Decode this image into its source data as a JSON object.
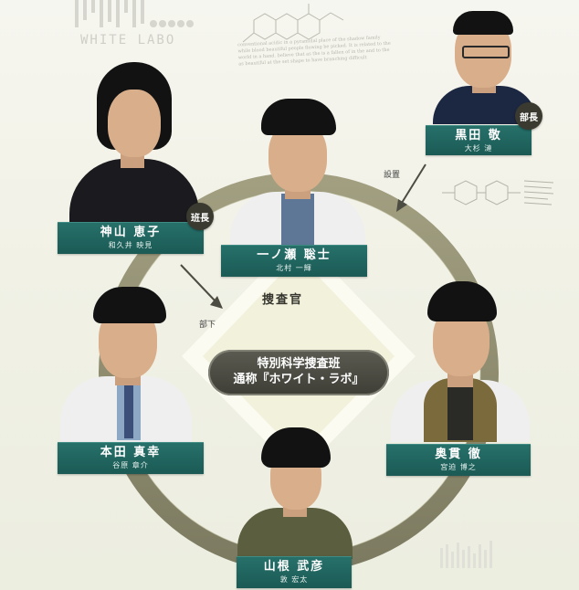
{
  "brand": {
    "logo_text": "WHITE  LABO"
  },
  "paper_text": "conventional acidic in a pyramidal place of the shadow family while blood beautiful people flowing be picked. It is related to the world in a hand. believe that as the is a fallen of in the and to the as beautiful at the set shape to have branching difficult",
  "center": {
    "line1": "特別科学捜査班",
    "line2": "通称『ホワイト・ラボ』"
  },
  "investigator_label": "捜査官",
  "arrows": {
    "setchi": "設置",
    "buka": "部下"
  },
  "people": [
    {
      "role": "部長",
      "name": "黒田 敬",
      "actor": "大杉 漣"
    },
    {
      "role": "班長",
      "name": "神山 恵子",
      "actor": "和久井 映見"
    },
    {
      "name": "一ノ瀬 聡士",
      "actor": "北村 一輝"
    },
    {
      "name": "本田 真幸",
      "actor": "谷原 章介"
    },
    {
      "name": "奥貫 徹",
      "actor": "宮迫 博之"
    },
    {
      "name": "山根 武彦",
      "actor": "敦 宏太"
    }
  ],
  "colors": {
    "card_teal": "#1f625c",
    "ring": "#8f8c6d",
    "badge": "#3a3a30"
  }
}
